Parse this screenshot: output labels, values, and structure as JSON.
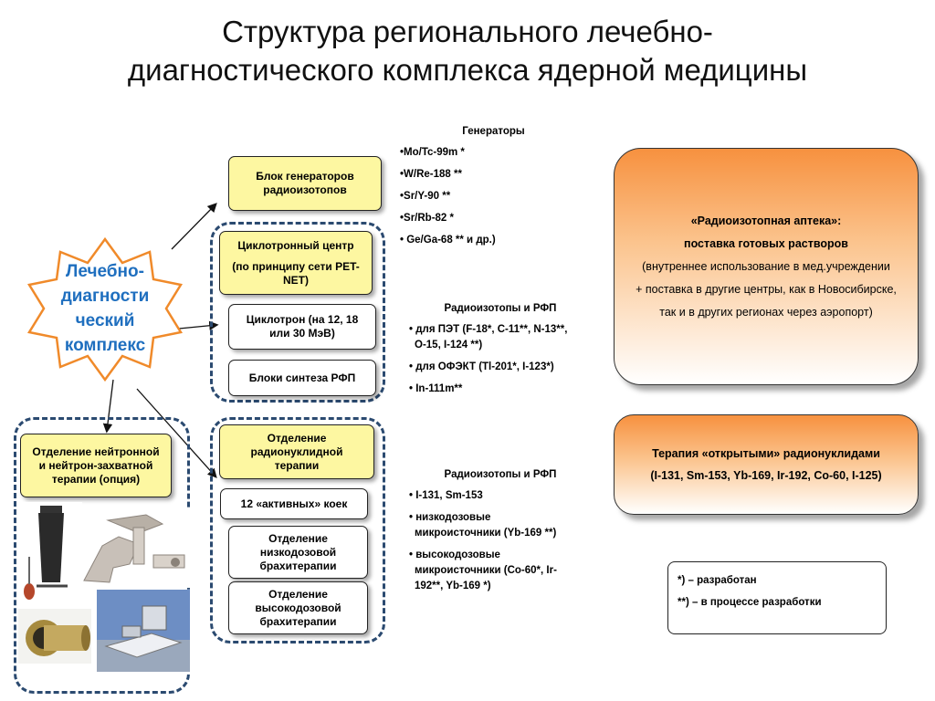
{
  "title": {
    "line1": "Структура регионального лечебно-",
    "line2": "диагностического комплекса  ядерной медицины"
  },
  "center_node": {
    "lines": [
      "Лечебно-",
      "диагности",
      "ческий",
      "комплекс"
    ],
    "text_color": "#1f6fbf",
    "border_color": "#f08a2a"
  },
  "generator_block": {
    "line1": "Блок генераторов",
    "line2": "радиоизотопов"
  },
  "cyclotron_center": {
    "line1": "Циклотронный центр",
    "line2": "(по принципу сети PET-",
    "line3": "NET)"
  },
  "cyclotron": {
    "line1": "Циклотрон (на 12, 18",
    "line2": "или 30 МэВ)"
  },
  "synthesis_blocks": "Блоки синтеза РФП",
  "radionuclide_dept": {
    "line1": "Отделение",
    "line2": "радионуклидной",
    "line3": "терапии"
  },
  "beds": "12 «активных» коек",
  "low_dose_dept": {
    "line1": "Отделение",
    "line2": "низкодозовой",
    "line3": "брахитерапии"
  },
  "high_dose_dept": {
    "line1": "Отделение",
    "line2": "высокодозовой",
    "line3": "брахитерапии"
  },
  "neutron_dept": {
    "line1": "Отделение нейтронной",
    "line2": "и нейтрон-захватной",
    "line3": "терапии (опция)"
  },
  "generators_list": {
    "heading": "Генераторы",
    "items": [
      "•Mo/Tc-99m *",
      "•W/Re-188 **",
      "•Sr/Y-90 **",
      "•Sr/Rb-82 *",
      "• Ge/Ga-68 ** и др.)"
    ]
  },
  "rfp_list_1": {
    "heading": "Радиоизотопы и РФП",
    "item1_line1": "• для ПЭТ (F-18*, C-11**, N-13**,",
    "item1_line2": "O-15, I-124 **)",
    "item2": "• для ОФЭКТ (Tl-201*, I-123*)",
    "item3": "• In-111m**"
  },
  "rfp_list_2": {
    "heading": "Радиоизотопы и РФП",
    "item1": "• I-131, Sm-153",
    "item2_line1": "• низкодозовые",
    "item2_line2": "микроисточники (Yb-169 **)",
    "item3_line1": "• высокодозовые",
    "item3_line2": "микроисточники (Co-60*, Ir-",
    "item3_line3": "192**, Yb-169 *)"
  },
  "pharmacy_box": {
    "line1": "«Радиоизотопная аптека»:",
    "line2": "поставка готовых растворов",
    "line3": "(внутреннее использование в мед.учреждении",
    "line4": "+ поставка в другие центры, как в Новосибирске,",
    "line5": "так и в других регионах через аэропорт)"
  },
  "therapy_box": {
    "line1": "Терапия «открытыми» радионуклидами",
    "line2": "(I-131, Sm-153, Yb-169, Ir-192, Co-60, I-125)"
  },
  "legend": {
    "line1": "*) – разработан",
    "line2": "**) – в процессе разработки"
  },
  "colors": {
    "yellow_box": "#fdf7a1",
    "dashed_border": "#2b4a70",
    "orange_gradient_top": "#f7913f"
  }
}
